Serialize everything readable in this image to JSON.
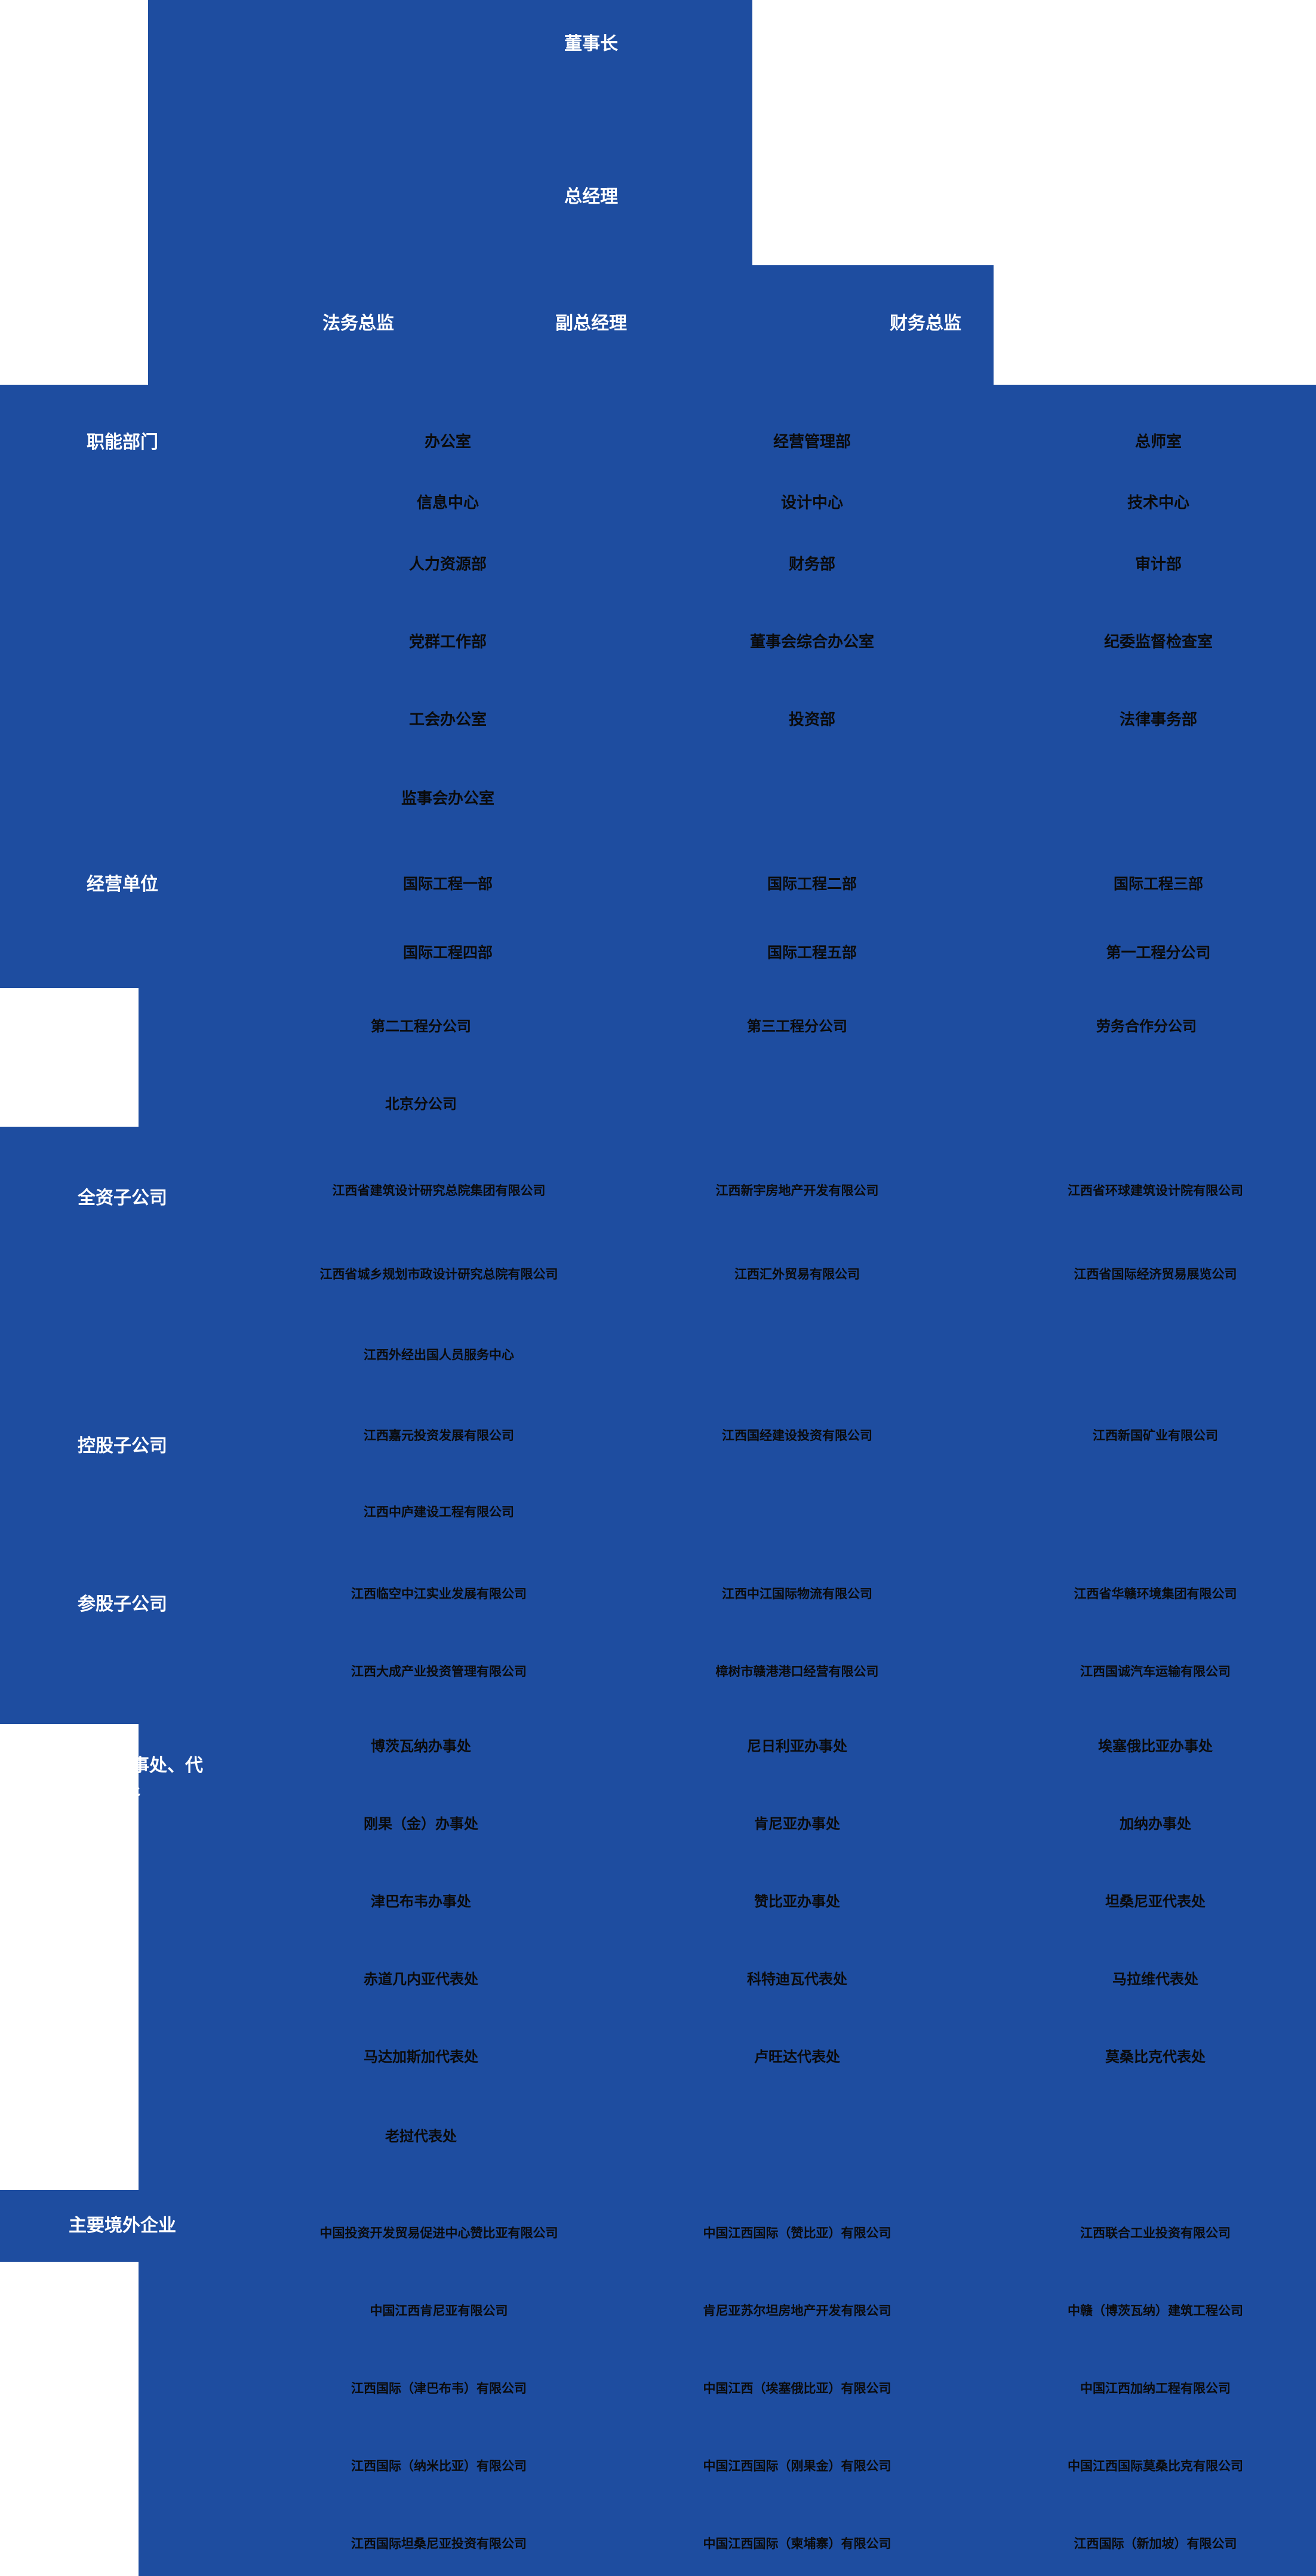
{
  "colors": {
    "brand_blue": "#1e4da0",
    "page_background": "#ffffff",
    "header_text": "#ffffff",
    "cell_text": "#0b0b0b"
  },
  "executives": {
    "chairman": "董事长",
    "general_manager": "总经理",
    "legal_director": "法务总监",
    "deputy_general_manager": "副总经理",
    "finance_director": "财务总监"
  },
  "section_labels": {
    "functional_departments": "职能部门",
    "business_units": "经营单位",
    "wholly_owned": "全资子公司",
    "holding": "控股子公司",
    "equity": "参股子公司",
    "overseas_offices": "主要驻外办事处、代表处",
    "overseas_enterprises": "主要境外企业"
  },
  "functional_departments": {
    "col1": [
      "办公室",
      "信息中心",
      "人力资源部",
      "党群工作部",
      "工会办公室",
      "监事会办公室"
    ],
    "col2": [
      "经营管理部",
      "设计中心",
      "财务部",
      "董事会综合办公室",
      "投资部"
    ],
    "col3": [
      "总师室",
      "技术中心",
      "审计部",
      "纪委监督检查室",
      "法律事务部"
    ]
  },
  "business_units": {
    "col1": [
      "国际工程一部",
      "国际工程四部"
    ],
    "col2": [
      "国际工程二部",
      "国际工程五部"
    ],
    "col3": [
      "国际工程三部",
      "第一工程分公司"
    ]
  },
  "branch_companies": {
    "col1": [
      "第二工程分公司",
      "北京分公司"
    ],
    "col2": [
      "第三工程分公司"
    ],
    "col3": [
      "劳务合作分公司"
    ]
  },
  "wholly_owned": {
    "col1": [
      "江西省建筑设计研究总院集团有限公司",
      "江西省城乡规划市政设计研究总院有限公司",
      "江西外经出国人员服务中心"
    ],
    "col2": [
      "江西新宇房地产开发有限公司",
      "江西汇外贸易有限公司"
    ],
    "col3": [
      "江西省环球建筑设计院有限公司",
      "江西省国际经济贸易展览公司"
    ]
  },
  "holding": {
    "col1": [
      "江西嘉元投资发展有限公司",
      "江西中庐建设工程有限公司"
    ],
    "col2": [
      "江西国经建设投资有限公司"
    ],
    "col3": [
      "江西新国矿业有限公司"
    ]
  },
  "equity": {
    "col1": [
      "江西临空中江实业发展有限公司",
      "江西大成产业投资管理有限公司"
    ],
    "col2": [
      "江西中江国际物流有限公司",
      "樟树市赣港港口经营有限公司"
    ],
    "col3": [
      "江西省华赣环境集团有限公司",
      "江西国诚汽车运输有限公司"
    ]
  },
  "overseas_offices": {
    "col1": [
      "博茨瓦纳办事处",
      "刚果（金）办事处",
      "津巴布韦办事处",
      "赤道几内亚代表处",
      "马达加斯加代表处",
      "老挝代表处"
    ],
    "col2": [
      "尼日利亚办事处",
      "肯尼亚办事处",
      "赞比亚办事处",
      "科特迪瓦代表处",
      "卢旺达代表处"
    ],
    "col3": [
      "埃塞俄比亚办事处",
      "加纳办事处",
      "坦桑尼亚代表处",
      "马拉维代表处",
      "莫桑比克代表处"
    ]
  },
  "overseas_enterprises": {
    "col1": [
      "中国投资开发贸易促进中心赞比亚有限公司",
      "中国江西肯尼亚有限公司",
      "江西国际（津巴布韦）有限公司",
      "江西国际（纳米比亚）有限公司",
      "江西国际坦桑尼亚投资有限公司"
    ],
    "col2": [
      "中国江西国际（赞比亚）有限公司",
      "肯尼亚苏尔坦房地产开发有限公司",
      "中国江西（埃塞俄比亚）有限公司",
      "中国江西国际（刚果金）有限公司",
      "中国江西国际（柬埔寨）有限公司"
    ],
    "col3": [
      "江西联合工业投资有限公司",
      "中赣（博茨瓦纳）建筑工程公司",
      "中国江西加纳工程有限公司",
      "中国江西国际莫桑比克有限公司",
      "江西国际（新加坡）有限公司"
    ]
  }
}
